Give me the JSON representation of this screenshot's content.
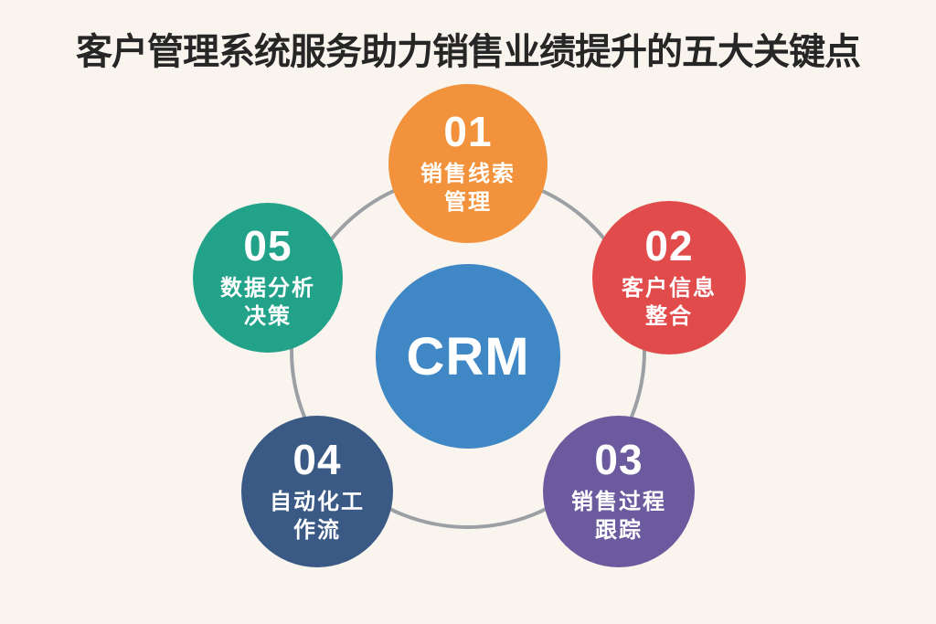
{
  "title": "客户管理系统服务助力销售业绩提升的五大关键点",
  "center": {
    "label": "CRM",
    "color": "#3f87c5"
  },
  "nodes": [
    {
      "number": "01",
      "label_line1": "销售线索",
      "label_line2": "管理",
      "color": "#f2923c"
    },
    {
      "number": "02",
      "label_line1": "客户信息",
      "label_line2": "整合",
      "color": "#e14b4b"
    },
    {
      "number": "03",
      "label_line1": "销售过程",
      "label_line2": "跟踪",
      "color": "#6b5b9e"
    },
    {
      "number": "04",
      "label_line1": "自动化工",
      "label_line2": "作流",
      "color": "#3a5a85"
    },
    {
      "number": "05",
      "label_line1": "数据分析",
      "label_line2": "决策",
      "color": "#23a28a"
    }
  ],
  "colors": {
    "background": "#f9f5ee",
    "ring": "#9aa0a4",
    "title_text": "#262626"
  }
}
